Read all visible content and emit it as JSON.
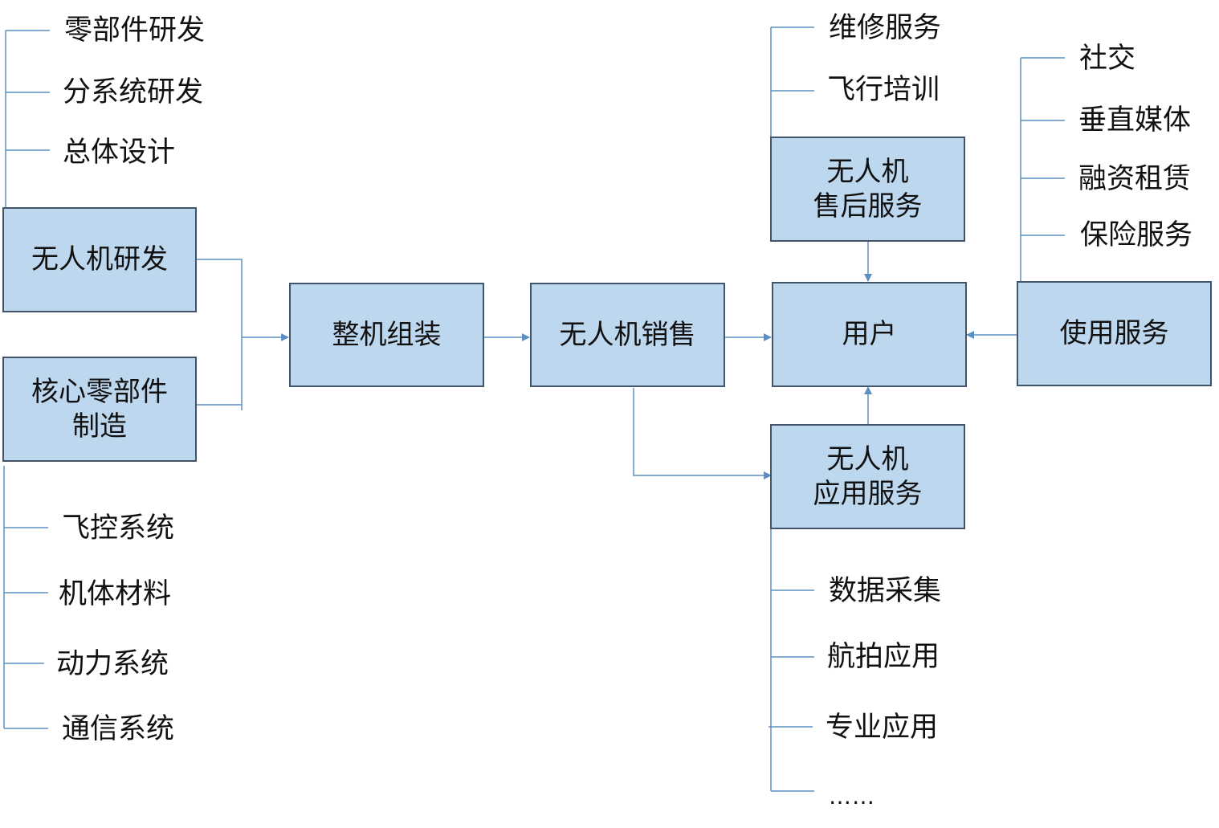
{
  "colors": {
    "box_fill": "#bdd7ee",
    "box_border": "#41546a",
    "line": "#5b8fc4"
  },
  "nodes": {
    "rd": "无人机研发",
    "core_line1": "核心零部件",
    "core_line2": "制造",
    "assembly": "整机组装",
    "sales": "无人机销售",
    "users": "用户",
    "aftersale_line1": "无人机",
    "aftersale_line2": "售后服务",
    "app_line1": "无人机",
    "app_line2": "应用服务",
    "usage": "使用服务"
  },
  "rd_items": [
    "零部件研发",
    "分系统研发",
    "总体设计"
  ],
  "core_items": [
    "飞控系统",
    "机体材料",
    "动力系统",
    "通信系统"
  ],
  "aftersale_items": [
    "维修服务",
    "飞行培训"
  ],
  "usage_items": [
    "社交",
    "垂直媒体",
    "融资租赁",
    "保险服务"
  ],
  "app_items": [
    "数据采集",
    "航拍应用",
    "专业应用",
    "……"
  ]
}
